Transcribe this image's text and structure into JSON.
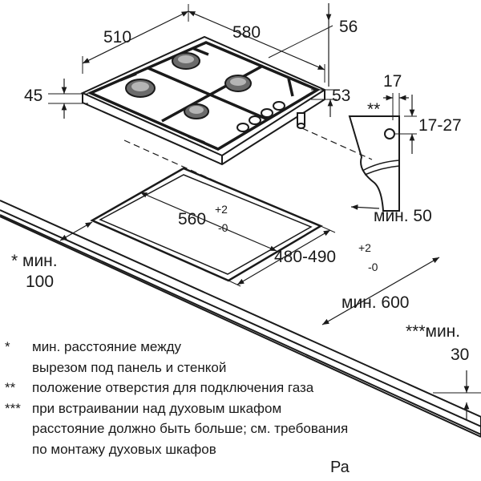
{
  "dimensions": {
    "width_510": "510",
    "width_580": "580",
    "height_56": "56",
    "height_45": "45",
    "depth_53": "53",
    "dim_17": "17",
    "double_star": "**",
    "dim_17_27": "17-27",
    "cutout_560": "560",
    "tol_plus_2": "+2",
    "tol_minus_0": "-0",
    "cutout_480_490": "480-490",
    "min_50": "мин. 50",
    "min_100_prefix": "* мин.",
    "min_100_value": "100",
    "min_600": "мин. 600",
    "min_30_prefix": "***мин.",
    "min_30_value": "30"
  },
  "footnotes": [
    {
      "mark": "*",
      "lines": [
        "мин. расстояние между",
        "вырезом под панель и стенкой"
      ]
    },
    {
      "mark": "**",
      "lines": [
        "положение отверстия для подключения газа"
      ]
    },
    {
      "mark": "***",
      "lines": [
        "при встраивании над духовым шкафом",
        "расстояние должно быть больше; см. требования",
        "по монтажу духовых шкафов"
      ]
    }
  ],
  "tail_text": "Ра"
}
